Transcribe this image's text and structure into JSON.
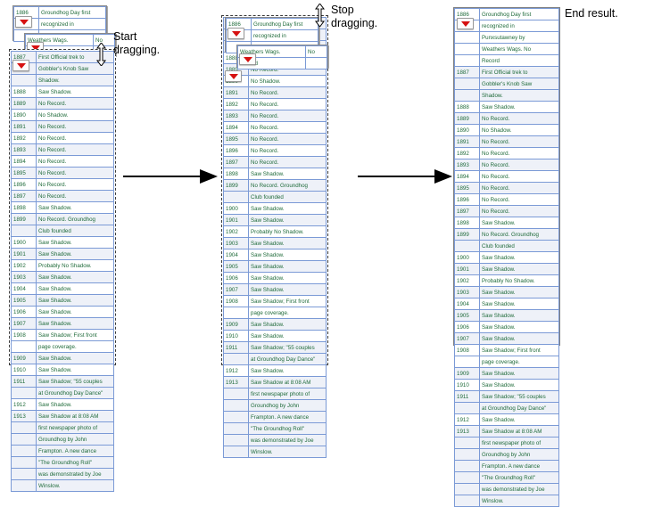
{
  "captions": {
    "start": "Start\ndragging.",
    "stop": "Stop\ndragging.",
    "end": "End result."
  },
  "icons": {
    "red_dropdown": "red-triangle-dropdown-icon",
    "vertical_resize_cursor": "vertical-resize-cursor-icon",
    "flow_arrow": "right-arrow-icon"
  },
  "colors": {
    "cell_border": "#7b9ad6",
    "cell_text": "#1f6b3a",
    "marker_red": "#d61111",
    "frame_grey": "#7f7f7f",
    "selection_fill": "#dfe6f3"
  },
  "table": {
    "header_block": {
      "year": "1886",
      "lines": [
        "Groundhog Day first",
        "recognized in",
        "Punxsutawney by",
        "Weathers Wags.  No",
        "Record"
      ],
      "float_cell_left": "Weathers Wags.",
      "float_cell_right": "No",
      "float_cell_second": "Record"
    },
    "rows": [
      {
        "year": "1887",
        "lines": [
          "First Official trek to",
          "Gobbler's Knob  Saw",
          "Shadow."
        ]
      },
      {
        "year": "1888",
        "lines": [
          "Saw Shadow."
        ]
      },
      {
        "year": "1889",
        "lines": [
          "No Record."
        ]
      },
      {
        "year": "1890",
        "lines": [
          "No Shadow."
        ]
      },
      {
        "year": "1891",
        "lines": [
          "No Record."
        ]
      },
      {
        "year": "1892",
        "lines": [
          "No Record."
        ]
      },
      {
        "year": "1893",
        "lines": [
          "No Record."
        ]
      },
      {
        "year": "1894",
        "lines": [
          "No Record."
        ]
      },
      {
        "year": "1895",
        "lines": [
          "No Record."
        ]
      },
      {
        "year": "1896",
        "lines": [
          "No Record."
        ]
      },
      {
        "year": "1897",
        "lines": [
          "No Record."
        ]
      },
      {
        "year": "1898",
        "lines": [
          "Saw Shadow."
        ]
      },
      {
        "year": "1899",
        "lines": [
          "No Record. Groundhog",
          "Club founded"
        ]
      },
      {
        "year": "1900",
        "lines": [
          "Saw Shadow."
        ]
      },
      {
        "year": "1901",
        "lines": [
          "Saw Shadow."
        ]
      },
      {
        "year": "1902",
        "lines": [
          "Probably No Shadow."
        ]
      },
      {
        "year": "1903",
        "lines": [
          "Saw Shadow."
        ]
      },
      {
        "year": "1904",
        "lines": [
          "Saw Shadow."
        ]
      },
      {
        "year": "1905",
        "lines": [
          "Saw Shadow."
        ]
      },
      {
        "year": "1906",
        "lines": [
          "Saw Shadow."
        ]
      },
      {
        "year": "1907",
        "lines": [
          "Saw Shadow."
        ]
      },
      {
        "year": "1908",
        "lines": [
          "Saw Shadow;  First  front",
          "page coverage."
        ]
      },
      {
        "year": "1909",
        "lines": [
          "Saw Shadow."
        ]
      },
      {
        "year": "1910",
        "lines": [
          "Saw Shadow."
        ]
      },
      {
        "year": "1911",
        "lines": [
          "Saw Shadow; \"55 couples",
          "at Groundhog Day Dance\""
        ]
      },
      {
        "year": "1912",
        "lines": [
          "Saw Shadow."
        ]
      },
      {
        "year": "1913",
        "lines": [
          "Saw Shadow at 8:08 AM",
          "first newspaper photo of",
          "Groundhog by John",
          "Frampton.  A new dance",
          "\"The Groundhog Roll\"",
          "was demonstrated by Joe",
          "Winslow."
        ]
      }
    ]
  },
  "panels": [
    {
      "id": "panel-start",
      "label": "start-dragging-panel"
    },
    {
      "id": "panel-stop",
      "label": "stop-dragging-panel"
    },
    {
      "id": "panel-end",
      "label": "end-result-panel"
    }
  ]
}
